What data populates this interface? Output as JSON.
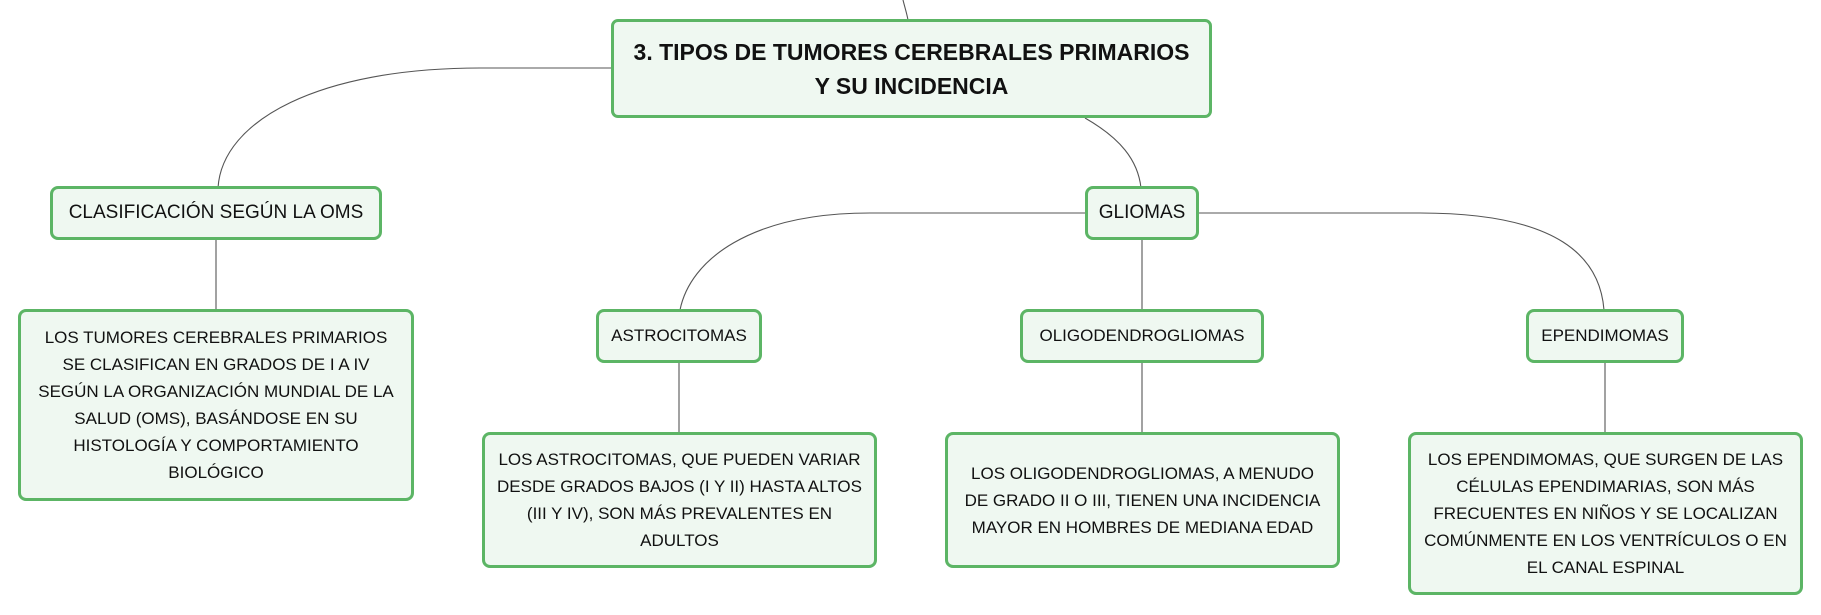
{
  "map": {
    "root": "3. TIPOS DE TUMORES CEREBRALES PRIMARIOS Y SU INCIDENCIA",
    "oms": {
      "title": "CLASIFICACIÓN SEGÚN LA OMS",
      "description": "LOS TUMORES CEREBRALES PRIMARIOS SE CLASIFICAN EN GRADOS DE I A IV SEGÚN LA ORGANIZACIÓN MUNDIAL DE LA SALUD (OMS), BASÁNDOSE EN SU HISTOLOGÍA Y COMPORTAMIENTO BIOLÓGICO"
    },
    "gliomas": {
      "title": "GLIOMAS",
      "children": [
        {
          "title": "ASTROCITOMAS",
          "description": "LOS ASTROCITOMAS, QUE PUEDEN VARIAR DESDE GRADOS BAJOS (I Y II) HASTA ALTOS (III Y IV), SON MÁS PREVALENTES EN ADULTOS"
        },
        {
          "title": "OLIGODENDROGLIOMAS",
          "description": "LOS OLIGODENDROGLIOMAS, A MENUDO DE GRADO II O III, TIENEN UNA INCIDENCIA MAYOR EN HOMBRES DE MEDIANA EDAD"
        },
        {
          "title": "EPENDIMOMAS",
          "description": "LOS EPENDIMOMAS, QUE SURGEN DE LAS CÉLULAS EPENDIMARIAS, SON MÁS FRECUENTES EN NIÑOS Y SE LOCALIZAN COMÚNMENTE EN LOS VENTRÍCULOS O EN EL CANAL ESPINAL"
        }
      ]
    }
  },
  "colors": {
    "node_border": "#5cb565",
    "node_fill": "#eff8f1",
    "connector": "#555555"
  }
}
